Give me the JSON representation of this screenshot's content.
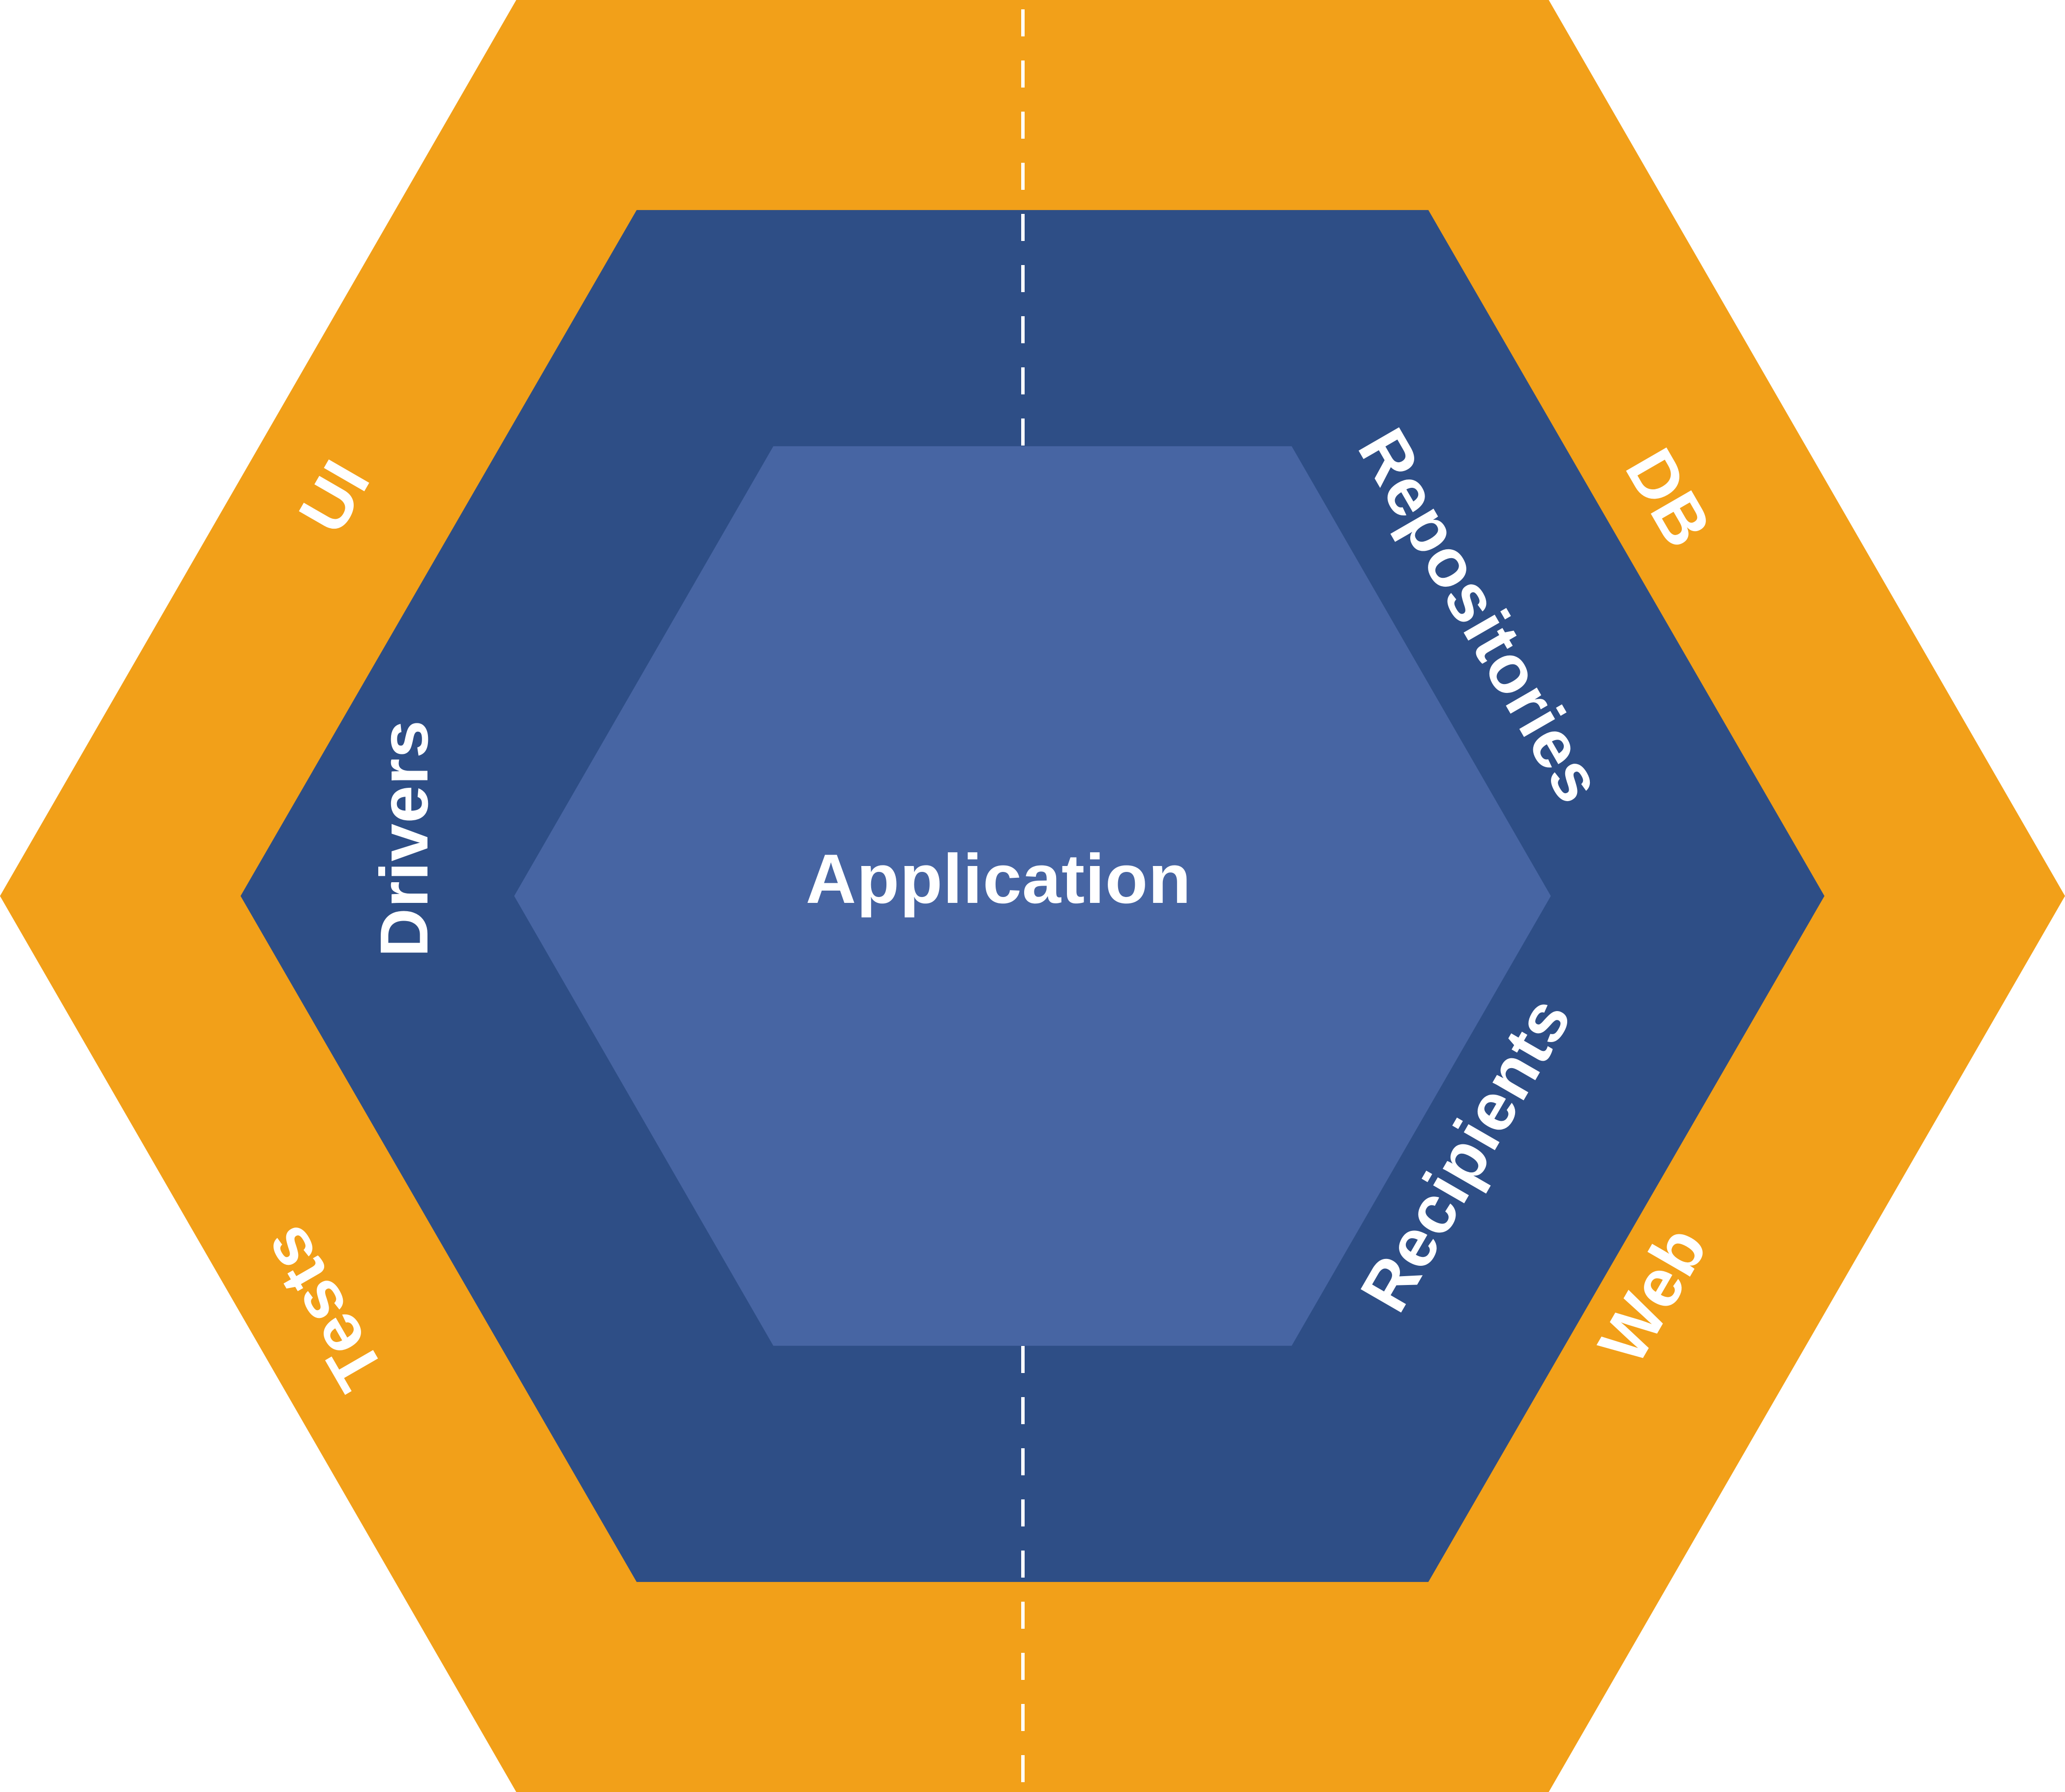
{
  "diagram": {
    "type": "hexagonal-architecture",
    "rings": {
      "outer": {
        "color": "#F2A019",
        "labels": {
          "ui": "UI",
          "db": "DB",
          "tests": "Tests",
          "web": "Web"
        }
      },
      "middle": {
        "color": "#2E4E86",
        "labels": {
          "drivers": "Drivers",
          "repositories": "Repositories",
          "recipients": "Recipients"
        }
      },
      "inner": {
        "color": "#4765A3",
        "label": "Application"
      }
    },
    "divider": {
      "style": "dashed",
      "color": "#FFFFFF",
      "orientation": "vertical"
    },
    "text_color": "#FFFFFF"
  }
}
